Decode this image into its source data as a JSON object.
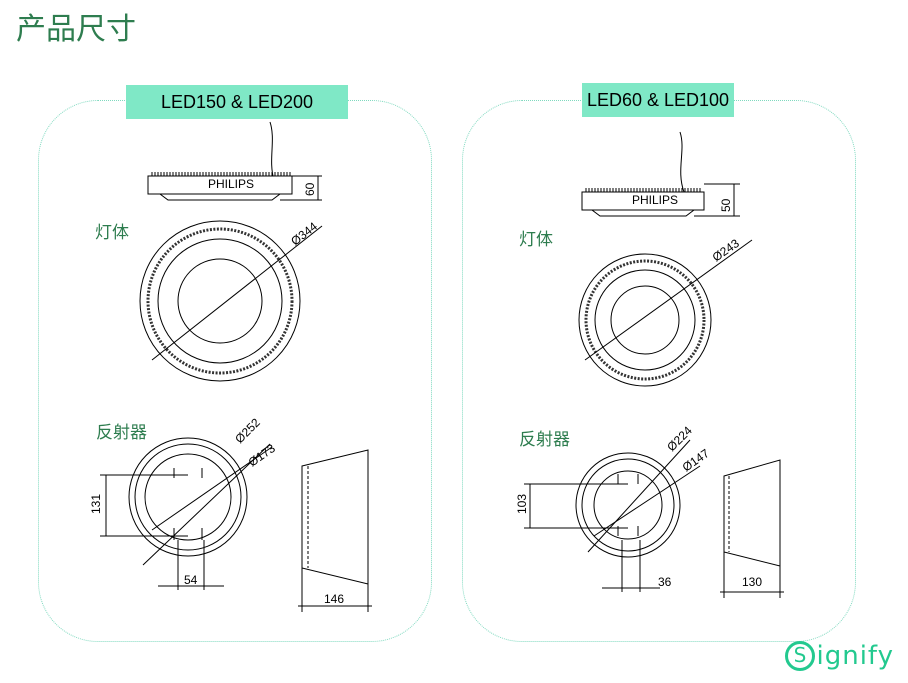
{
  "page": {
    "title": "产品尺寸"
  },
  "left": {
    "model": "LED150 & LED200",
    "body_label": "灯体",
    "reflector_label": "反射器",
    "height": "60",
    "body_dia": "Ø344",
    "refl_outer": "Ø252",
    "refl_inner": "Ø173",
    "refl_height": "131",
    "refl_slot": "54",
    "refl_depth": "146",
    "brand_mark": "PHILIPS"
  },
  "right": {
    "model": "LED60 & LED100",
    "body_label": "灯体",
    "reflector_label": "反射器",
    "height": "50",
    "body_dia": "Ø243",
    "refl_outer": "Ø224",
    "refl_inner": "Ø147",
    "refl_height": "103",
    "refl_slot": "36",
    "refl_depth": "130",
    "brand_mark": "PHILIPS"
  },
  "logo": {
    "s": "S",
    "rest": "ignify"
  },
  "colors": {
    "accent": "#23c98f",
    "tag": "#7fe8c6",
    "text_green": "#2e7d4f"
  }
}
